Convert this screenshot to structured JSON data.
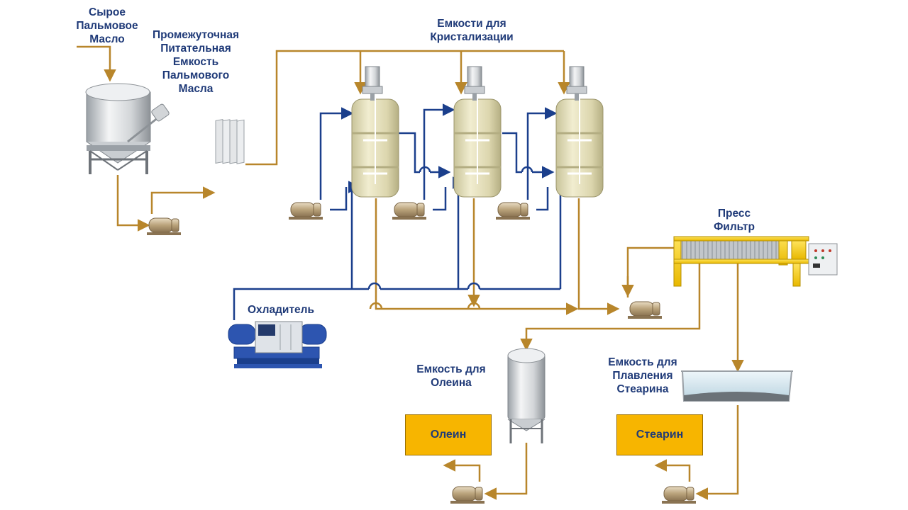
{
  "labels": {
    "raw_oil": "Сырое\nПальмовое\nМасло",
    "feed_tank": "Промежуточная\nПитательная\nЕмкость\nПальмового\nМасла",
    "cryst_tanks": "Емкости для\nКристализации",
    "press_filter": "Пресс\nФильтр",
    "chiller": "Охладитель",
    "olein_tank": "Емкость для\nОлеина",
    "stearin_tank": "Емкость для\nПлавления\nСтеарина"
  },
  "outputs": {
    "olein": "Олеин",
    "stearin": "Стеарин"
  },
  "colors": {
    "product_line": "#b8862b",
    "coolant_line": "#1b3f8c",
    "output_box": "#f7b500",
    "label_text": "#1f3a78"
  },
  "icons": [
    "feed-tank-icon",
    "pump-icon",
    "heat-exchanger-icon",
    "crystallizer-tank-icon",
    "agitator-motor-icon",
    "chiller-icon",
    "press-filter-icon",
    "olein-tank-icon",
    "melting-tank-icon"
  ]
}
